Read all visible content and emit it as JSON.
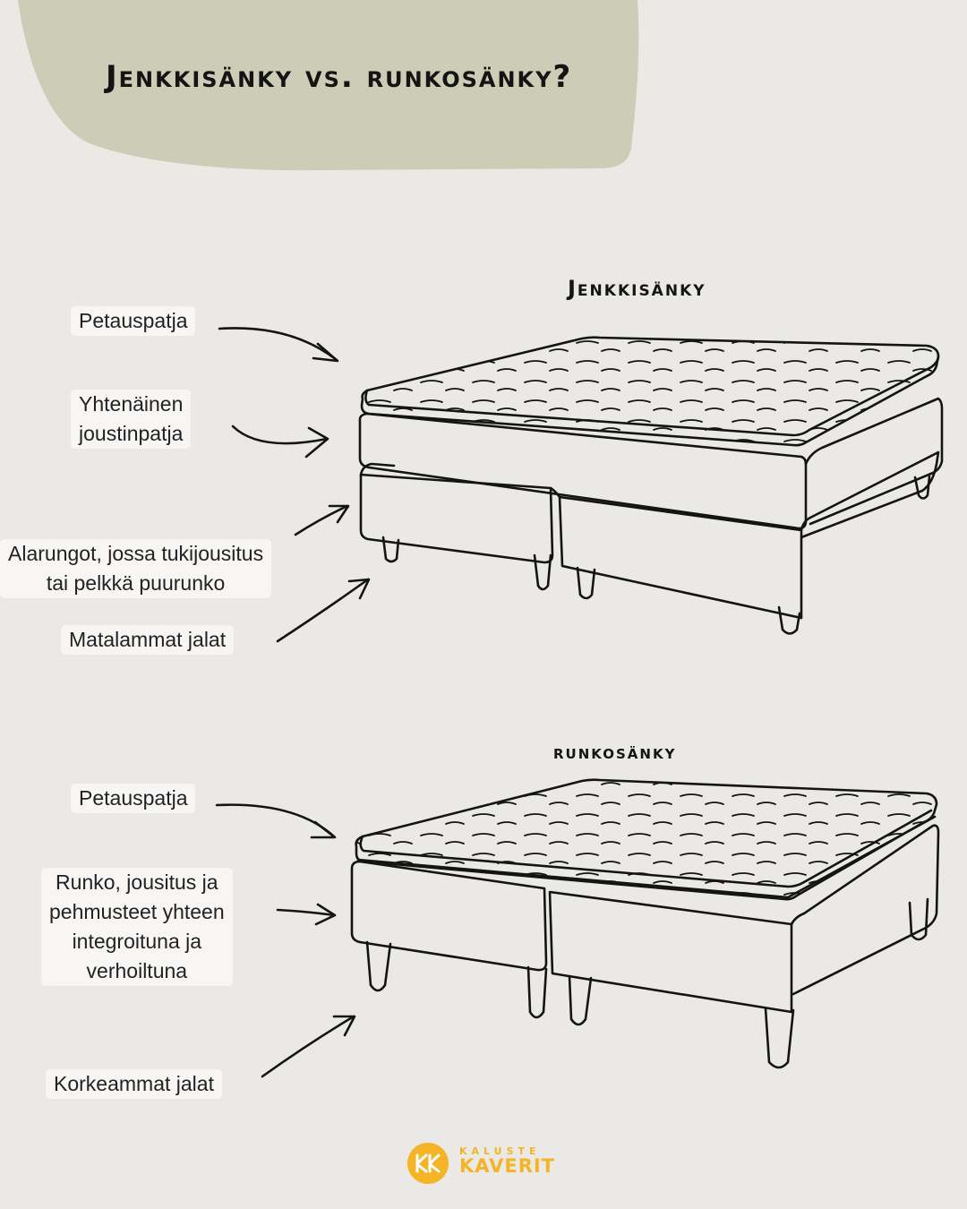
{
  "title": "Jenkkisänky vs. runkosänky?",
  "colors": {
    "background": "#EAE9E6",
    "header_blob": "#CDCCB6",
    "label_bg": "#F7F6F4",
    "brand": "#F5B326",
    "line": "#141414"
  },
  "section1": {
    "heading": "Jenkkisänky",
    "labels": [
      "Petauspatja",
      "Yhtenäinen joustinpatja",
      "Alarungot, jossa tukijousitus tai pelkkä puurunko",
      "Matalammat jalat"
    ],
    "label_lines": {
      "top": "Petauspatja",
      "mattress_1": "Yhtenäinen",
      "mattress_2": "joustinpatja",
      "base_1": "Alarungot, jossa tukijousitus",
      "base_2": "tai pelkkä puurunko",
      "legs": "Matalammat jalat"
    }
  },
  "section2": {
    "heading": "runkosänky",
    "labels": [
      "Petauspatja",
      "Runko, jousitus ja pehmusteet yhteen integroituna ja verhoiltuna",
      "Korkeammat jalat"
    ],
    "label_lines": {
      "top": "Petauspatja",
      "frame_1": "Runko, jousitus ja",
      "frame_2": "pehmusteet yhteen",
      "frame_3": "integroituna ja",
      "frame_4": "verhoiltuna",
      "legs": "Korkeammat jalat"
    }
  },
  "logo": {
    "line1": "KALUSTE",
    "line2": "KAVERIT",
    "icon": "kk-monogram-icon"
  }
}
